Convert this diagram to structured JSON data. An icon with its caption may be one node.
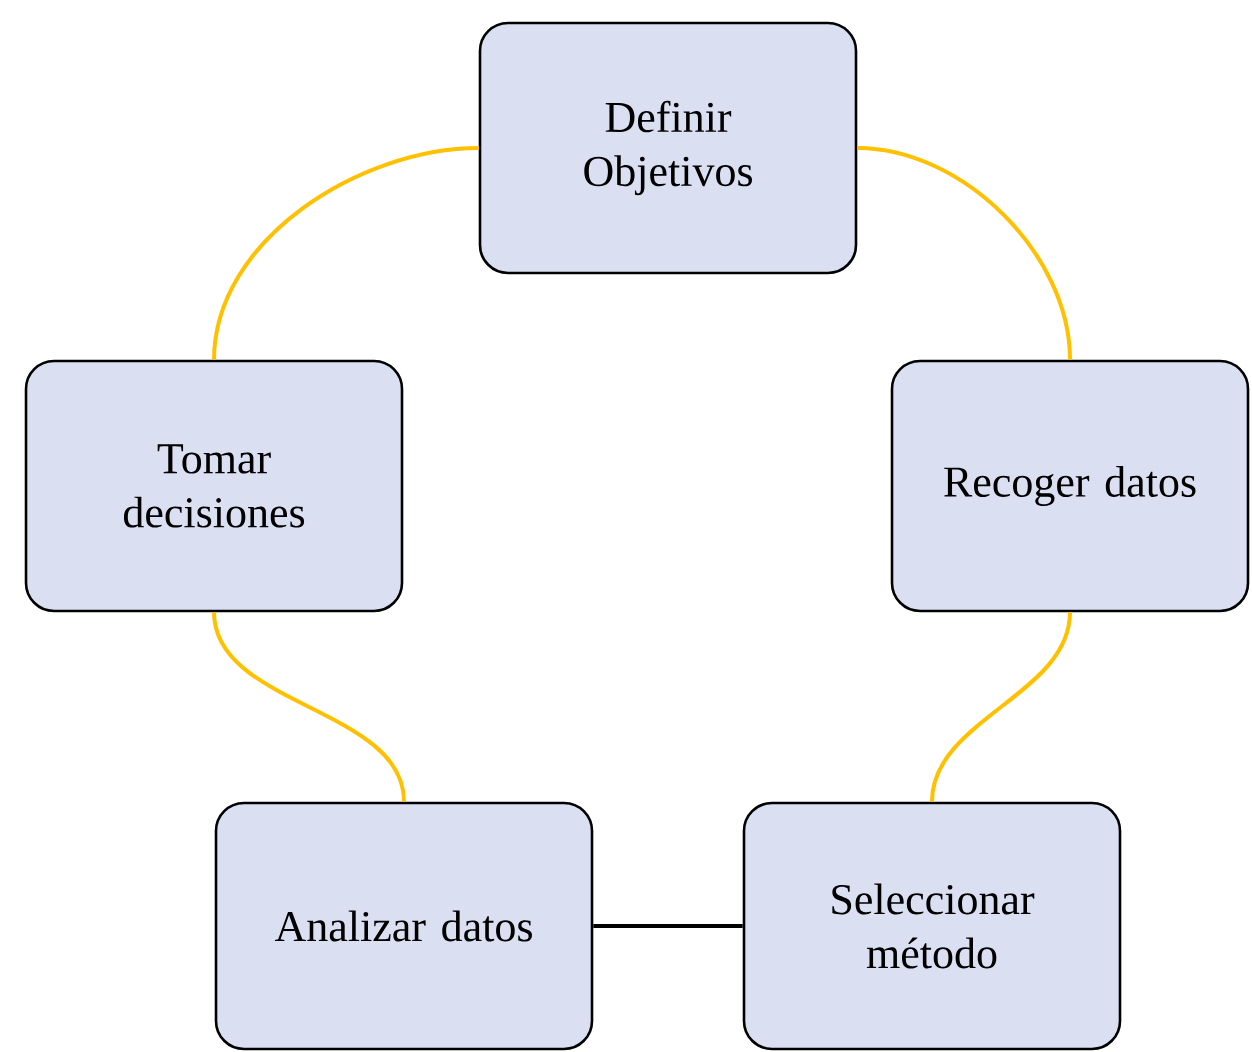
{
  "diagram": {
    "nodes": [
      {
        "text": [
          "Definir Objetivos"
        ]
      },
      {
        "text": [
          "Recoger datos"
        ]
      },
      {
        "text": [
          "Seleccionar método"
        ]
      },
      {
        "text": [
          "Analizar datos"
        ]
      },
      {
        "text": [
          "Tomar decisiones"
        ]
      }
    ],
    "edges": [
      {
        "from": 0,
        "to": 1,
        "arrow": "none"
      },
      {
        "from": 1,
        "to": 2,
        "arrow": "none"
      },
      {
        "from": 2,
        "to": 3,
        "arrow": "none",
        "color": "#000000"
      },
      {
        "from": 3,
        "to": 4,
        "arrow": "none"
      },
      {
        "from": 4,
        "to": 0,
        "arrow": "none"
      }
    ]
  }
}
